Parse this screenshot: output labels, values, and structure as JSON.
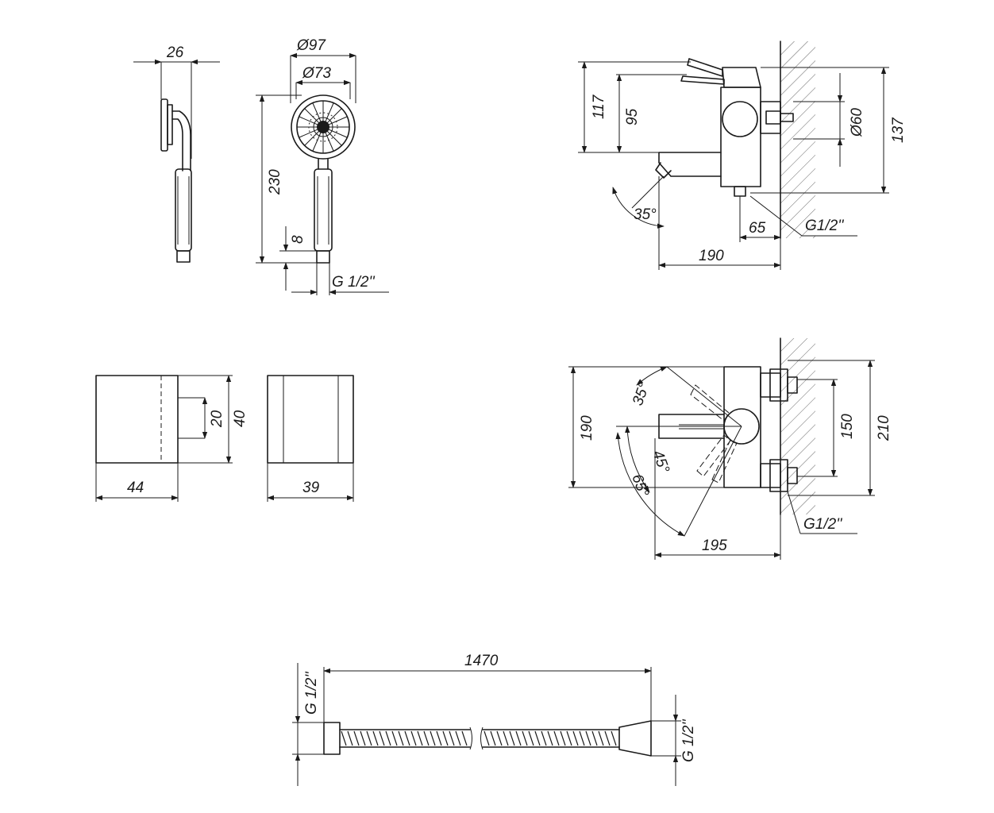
{
  "handshower": {
    "width_side": "26",
    "head_diameter_outer": "Ø97",
    "head_diameter_inner": "Ø73",
    "length": "230",
    "thread_length": "8",
    "thread": "G 1/2''"
  },
  "holder": {
    "depth": "44",
    "width": "39",
    "inner_height": "20",
    "height": "40"
  },
  "mixer_side": {
    "height_total": "117",
    "height_axis": "95",
    "diameter": "Ø60",
    "height_wall": "137",
    "angle": "35°",
    "thread_offset": "65",
    "thread": "G1/2''",
    "depth": "190"
  },
  "mixer_top": {
    "length": "190",
    "angle_a": "35°",
    "angle_b": "45°",
    "angle_c": "65°",
    "spacing": "150",
    "width": "210",
    "thread": "G1/2''",
    "depth": "195"
  },
  "hose": {
    "length": "1470",
    "thread_left": "G 1/2''",
    "thread_right": "G 1/2''"
  }
}
